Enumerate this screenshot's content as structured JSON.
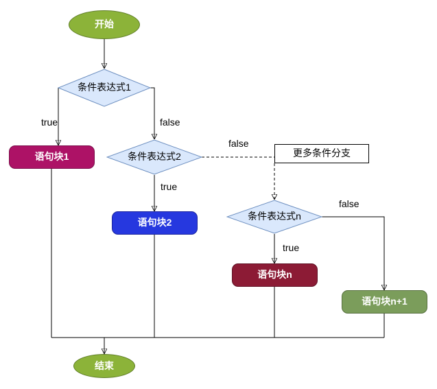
{
  "diagram": {
    "type": "flowchart",
    "background": "#FFFFFF",
    "connector_color": "#000000",
    "nodes": {
      "start": {
        "label": "开始",
        "shape": "ellipse",
        "fill": "#8CB339",
        "stroke": "#5F7D28",
        "text_color": "#FFFFFF"
      },
      "cond1": {
        "label": "条件表达式1",
        "shape": "diamond",
        "fill": "#DAE8FC",
        "stroke": "#6C8EBF",
        "text_color": "#000000"
      },
      "block1": {
        "label": "语句块1",
        "shape": "rounded-rect",
        "fill": "#AD1266",
        "stroke": "#7A0B49",
        "text_color": "#FFFFFF"
      },
      "cond2": {
        "label": "条件表达式2",
        "shape": "diamond",
        "fill": "#DAE8FC",
        "stroke": "#6C8EBF",
        "text_color": "#000000"
      },
      "more_branches": {
        "label": "更多条件分支",
        "shape": "rect",
        "fill": "#FFFFFF",
        "stroke": "#000000",
        "text_color": "#000000"
      },
      "block2": {
        "label": "语句块2",
        "shape": "rounded-rect",
        "fill": "#2638DF",
        "stroke": "#1A249C",
        "text_color": "#FFFFFF"
      },
      "condn": {
        "label": "条件表达式n",
        "shape": "diamond",
        "fill": "#DAE8FC",
        "stroke": "#6C8EBF",
        "text_color": "#000000"
      },
      "blockn": {
        "label": "语句块n",
        "shape": "rounded-rect",
        "fill": "#8C1B35",
        "stroke": "#5E1023",
        "text_color": "#FFFFFF"
      },
      "blockn_plus1": {
        "label": "语句块n+1",
        "shape": "rounded-rect",
        "fill": "#7B9D5B",
        "stroke": "#566F3E",
        "text_color": "#FFFFFF"
      },
      "end": {
        "label": "结束",
        "shape": "ellipse",
        "fill": "#8CB339",
        "stroke": "#5F7D28",
        "text_color": "#FFFFFF"
      }
    },
    "edge_labels": {
      "cond1_true": "true",
      "cond1_false": "false",
      "cond2_false": "false",
      "cond2_true": "true",
      "condn_false": "false",
      "condn_true": "true"
    }
  }
}
